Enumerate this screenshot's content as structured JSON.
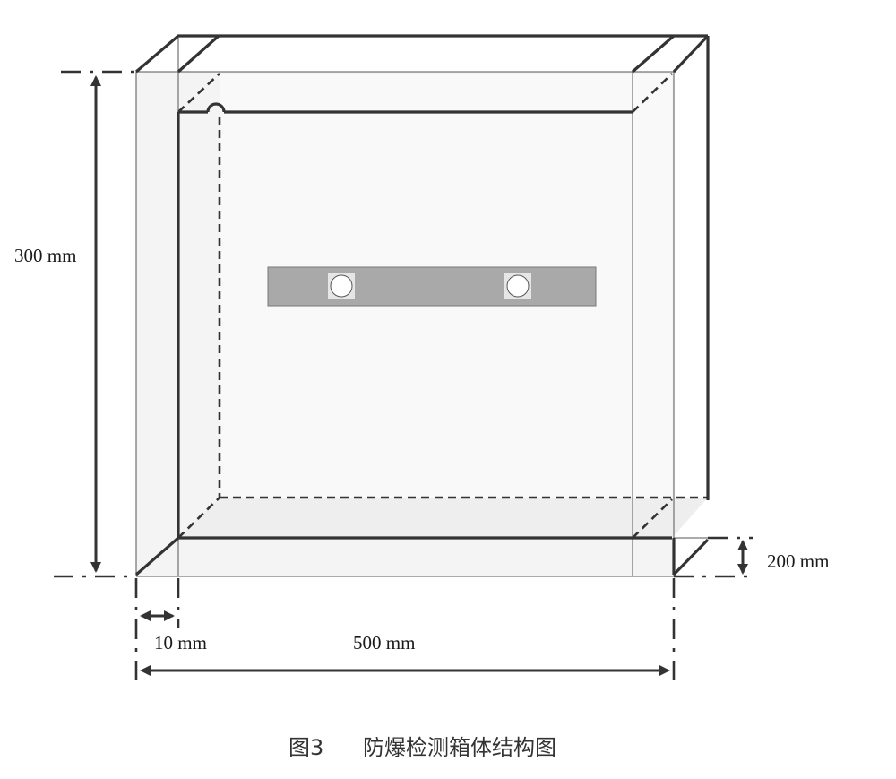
{
  "dimensions": {
    "height_label": "300 mm",
    "depth_label": "200 mm",
    "wall_thickness_label": "10 mm",
    "width_label": "500 mm"
  },
  "caption": {
    "figure_number": "图3",
    "title": "防爆检测箱体结构图"
  },
  "colors": {
    "line": "#333333",
    "panel_fill": "#f3f3f3",
    "inner_fill": "#f8f8f8",
    "sensor_bar": "#a9a9a9",
    "sensor_hole": "#ffffff"
  }
}
